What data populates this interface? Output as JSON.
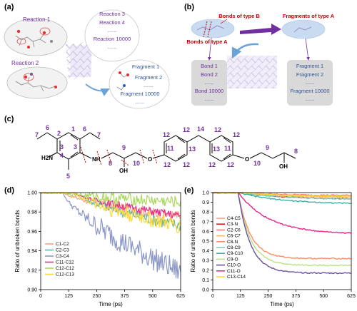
{
  "panels": {
    "a": {
      "label": "(a)",
      "reaction1": "Reaction 1",
      "reaction2": "Reaction 2",
      "reaction_list": [
        "Reaction 3",
        "Reaction 4",
        "......",
        "Reaction 10000",
        "......"
      ],
      "fragment_list": [
        "Fragment 1",
        "Fragment 2",
        "......",
        "Fragment 10000",
        "......"
      ]
    },
    "b": {
      "label": "(b)",
      "bonds_type_b": "Bonds of type B",
      "bonds_type_a": "Bonds of type A",
      "fragments_type_a": "Fragments of type A",
      "bond_list": [
        "Bond 1",
        "Bond 2",
        "......",
        "Bond 10000",
        "......"
      ],
      "fragment_list": [
        "Fragment 1",
        "Fragment 2",
        "......",
        "Fragment 10000",
        "......"
      ]
    },
    "c": {
      "label": "(c)",
      "atoms": {
        "h2n": "H2N",
        "nh": "NH",
        "oh": "OH",
        "o": "O"
      },
      "numbers_top": [
        "7",
        "6",
        "2",
        "1",
        "6",
        "7",
        "12",
        "12",
        "14",
        "12",
        "12"
      ],
      "numbers_mid": [
        "3",
        "4",
        "3",
        "8",
        "9",
        "10",
        "11",
        "13",
        "13",
        "11",
        "10",
        "9",
        "8"
      ],
      "numbers_bottom": [
        "5",
        "12",
        "12",
        "12",
        "12"
      ]
    }
  },
  "colors": {
    "purple": "#7030a0",
    "blue_text": "#2f5597",
    "red": "#c00000",
    "number_purple": "#7030a0"
  },
  "chart_data": [
    {
      "label": "(d)",
      "type": "line",
      "xlabel": "Time (ps)",
      "ylabel": "Ratio of unbroken bonds",
      "xlim": [
        0,
        625
      ],
      "ylim": [
        0.9,
        1.0
      ],
      "xticks": [
        "0",
        "125",
        "250",
        "375",
        "500",
        "625"
      ],
      "yticks": [
        "0.90",
        "0.92",
        "0.94",
        "0.96",
        "0.98",
        "1.00"
      ],
      "legend_position": "bottom-left",
      "series": [
        {
          "name": "C1-C2",
          "color": "#f4a582",
          "start": 100,
          "end": 0.975,
          "noise": 0.006
        },
        {
          "name": "C2-C3",
          "color": "#5ab4ac",
          "start": 150,
          "end": 0.966,
          "noise": 0.006
        },
        {
          "name": "C3-C4",
          "color": "#8c96c6",
          "start": 100,
          "end": 0.918,
          "noise": 0.012
        },
        {
          "name": "C11-C12",
          "color": "#e7298a",
          "start": 150,
          "end": 0.976,
          "noise": 0.004
        },
        {
          "name": "C12-C12",
          "color": "#a6d854",
          "start": 100,
          "end": 0.99,
          "noise": 0.006
        },
        {
          "name": "C12-C13",
          "color": "#ffd92f",
          "start": 150,
          "end": 0.965,
          "noise": 0.008
        }
      ]
    },
    {
      "label": "(e)",
      "type": "line",
      "xlabel": "Time (ps)",
      "ylabel": "Ratio of unbroken bonds",
      "xlim": [
        0,
        625
      ],
      "ylim": [
        0.0,
        1.0
      ],
      "xticks": [
        "0",
        "125",
        "250",
        "375",
        "500",
        "625"
      ],
      "yticks": [
        "0.0",
        "0.1",
        "0.2",
        "0.3",
        "0.4",
        "0.5",
        "0.6",
        "0.7",
        "0.8",
        "0.9",
        "1.0"
      ],
      "legend_position": "left",
      "series": [
        {
          "name": "C4-C5",
          "color": "#f4a582",
          "start": 125,
          "end": 0.96
        },
        {
          "name": "C3-N",
          "color": "#e31a1c",
          "start": 125,
          "end": 0.93
        },
        {
          "name": "C2-C6",
          "color": "#fb8072",
          "start": 125,
          "end": 0.97
        },
        {
          "name": "C6-C7",
          "color": "#fdb462",
          "start": 125,
          "end": 0.95
        },
        {
          "name": "C8-N",
          "color": "#fc8d62",
          "start": 115,
          "end": 0.32
        },
        {
          "name": "C8-C9",
          "color": "#80cdc1",
          "start": 125,
          "end": 0.93
        },
        {
          "name": "C9-C10",
          "color": "#35b5a5",
          "start": 115,
          "end": 0.88
        },
        {
          "name": "C9-O",
          "color": "#b8e186",
          "start": 115,
          "end": 0.25
        },
        {
          "name": "C10-O",
          "color": "#6a51a3",
          "start": 115,
          "end": 0.17
        },
        {
          "name": "C11-O",
          "color": "#e7298a",
          "start": 115,
          "end": 0.57
        },
        {
          "name": "C13-C14",
          "color": "#ffd92f",
          "start": 125,
          "end": 0.96
        }
      ]
    }
  ]
}
